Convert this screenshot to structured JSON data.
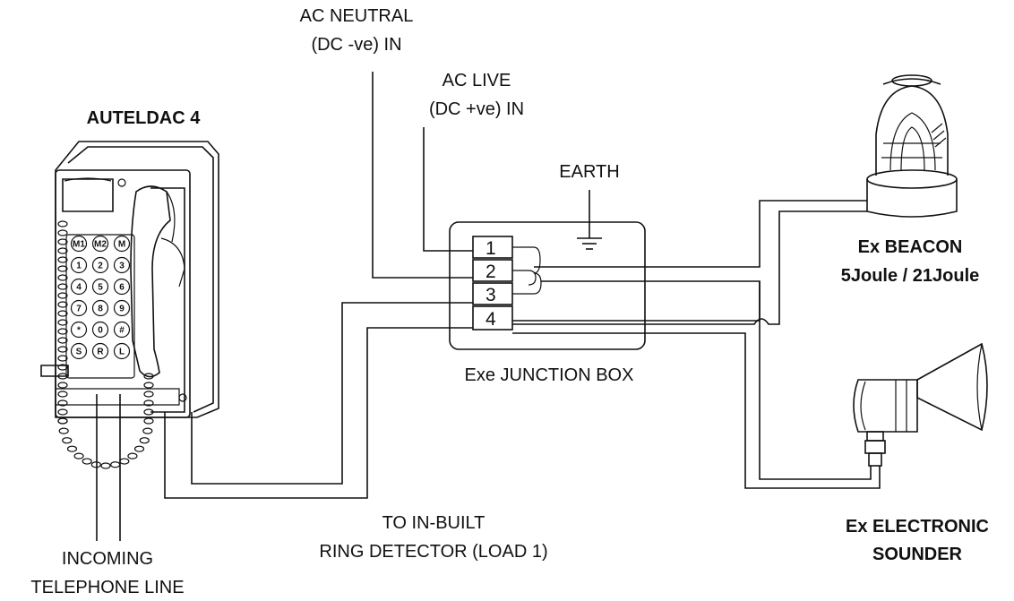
{
  "labels": {
    "telephone_name": "AUTELDAC 4",
    "ac_neutral_line1": "AC NEUTRAL",
    "ac_neutral_line2": "(DC -ve) IN",
    "ac_live_line1": "AC LIVE",
    "ac_live_line2": "(DC +ve) IN",
    "earth": "EARTH",
    "junction_box": "Exe JUNCTION BOX",
    "beacon_line1": "Ex BEACON",
    "beacon_line2": "5Joule / 21Joule",
    "sounder_line1": "Ex ELECTRONIC",
    "sounder_line2": "SOUNDER",
    "ring_line1": "TO IN-BUILT",
    "ring_line2": "RING DETECTOR (LOAD 1)",
    "incoming_line1": "INCOMING",
    "incoming_line2": "TELEPHONE LINE"
  },
  "terminals": [
    "1",
    "2",
    "3",
    "4"
  ],
  "keypad": {
    "rows": [
      [
        "M1",
        "M2",
        "M"
      ],
      [
        "1",
        "2",
        "3"
      ],
      [
        "4",
        "5",
        "6"
      ],
      [
        "7",
        "8",
        "9"
      ],
      [
        "*",
        "0",
        "#"
      ],
      [
        "S",
        "R",
        "L"
      ]
    ]
  }
}
